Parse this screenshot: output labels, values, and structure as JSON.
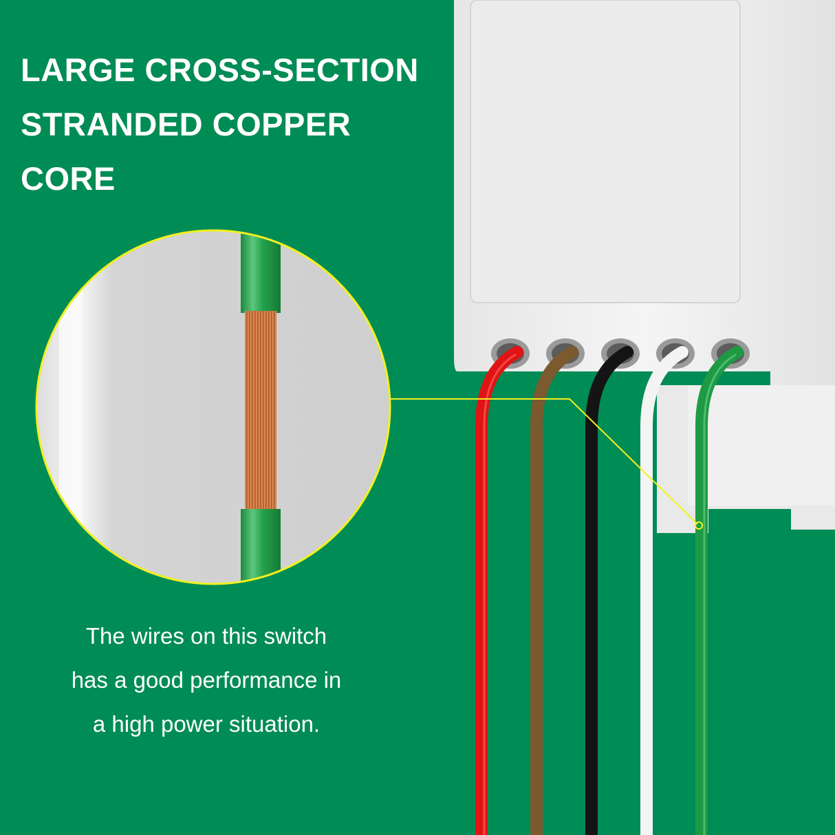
{
  "headline": {
    "lines": [
      "LARGE CROSS-SECTION",
      "STRANDED COPPER",
      "CORE"
    ]
  },
  "caption": {
    "lines": [
      "The wires on this switch",
      "has a good performance in",
      "a high power situation."
    ]
  },
  "colors": {
    "background": "#008C55",
    "callout": "#F2F020",
    "wire_red": "#E01414",
    "wire_brown": "#7A5A2E",
    "wire_black": "#141414",
    "wire_white": "#F4F4F4",
    "wire_green": "#1E9A45",
    "copper": "#C8703A"
  },
  "icons": {
    "device": "switch-module-icon",
    "magnifier": "magnified-wire-icon"
  }
}
